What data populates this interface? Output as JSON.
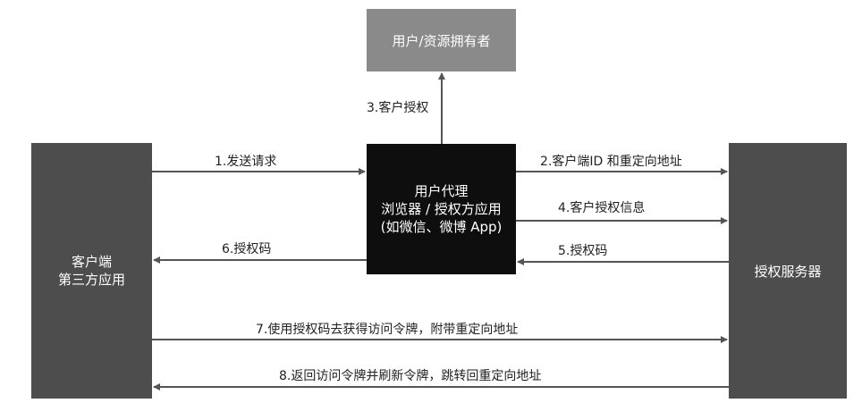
{
  "nodes": {
    "resource_owner": "用户/资源拥有者",
    "user_agent": [
      "用户代理",
      "浏览器 / 授权方应用",
      "(如微信、微博 App)"
    ],
    "client": [
      "客户端",
      "第三方应用"
    ],
    "auth_server": "授权服务器"
  },
  "steps": {
    "s1": "1.发送请求",
    "s2": "2.客户端ID 和重定向地址",
    "s3": "3.客户授权",
    "s4": "4.客户授权信息",
    "s5": "5.授权码",
    "s6": "6.授权码",
    "s7": "7.使用授权码去获得访问令牌，附带重定向地址",
    "s8": "8.返回访问令牌并刷新令牌，跳转回重定向地址"
  },
  "colors": {
    "arrow": "#555555",
    "owner": "#8a8a8a",
    "agent": "#0e0e0e",
    "side": "#4d4d4d"
  }
}
